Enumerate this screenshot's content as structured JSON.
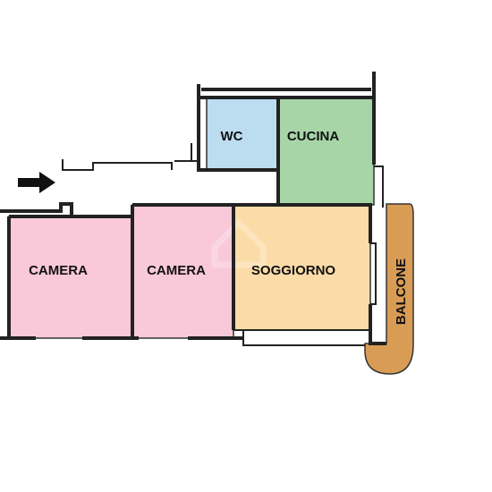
{
  "rooms": {
    "wc": {
      "label": "WC",
      "color": "#bcdcf0"
    },
    "cucina": {
      "label": "CUCINA",
      "color": "#a8d5a8"
    },
    "camera1": {
      "label": "CAMERA",
      "color": "#f9c9d9"
    },
    "camera2": {
      "label": "CAMERA",
      "color": "#f9c9d9"
    },
    "soggiorno": {
      "label": "SOGGIORNO",
      "color": "#fbdca8"
    },
    "balcone": {
      "label": "BALCONE",
      "color": "#d99c55"
    }
  },
  "icons": {
    "entrance": "entrance-arrow-icon",
    "watermark": "house-watermark-icon"
  }
}
